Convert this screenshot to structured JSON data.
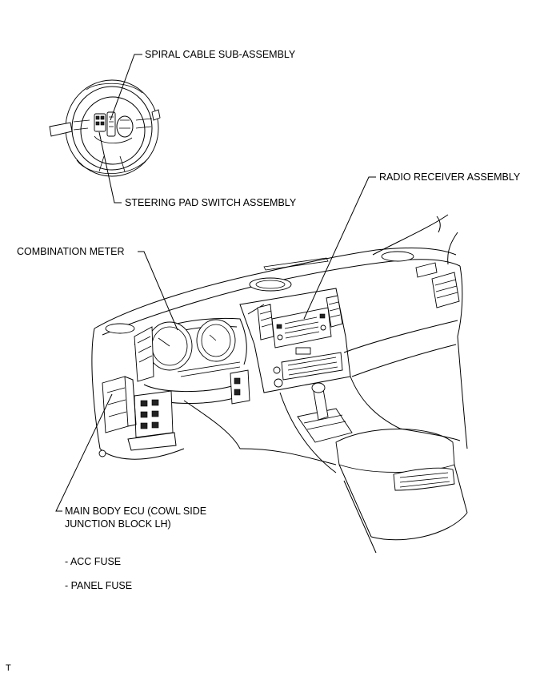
{
  "labels": {
    "spiral_cable": "SPIRAL CABLE SUB-ASSEMBLY",
    "steering_pad": "STEERING PAD SWITCH ASSEMBLY",
    "radio_receiver": "RADIO RECEIVER ASSEMBLY",
    "combination_meter": "COMBINATION METER",
    "main_body_ecu_line1": "MAIN BODY ECU (COWL SIDE",
    "main_body_ecu_line2": "JUNCTION BLOCK LH)",
    "acc_fuse": "- ACC FUSE",
    "panel_fuse": "- PANEL FUSE"
  },
  "corner_mark": "T"
}
